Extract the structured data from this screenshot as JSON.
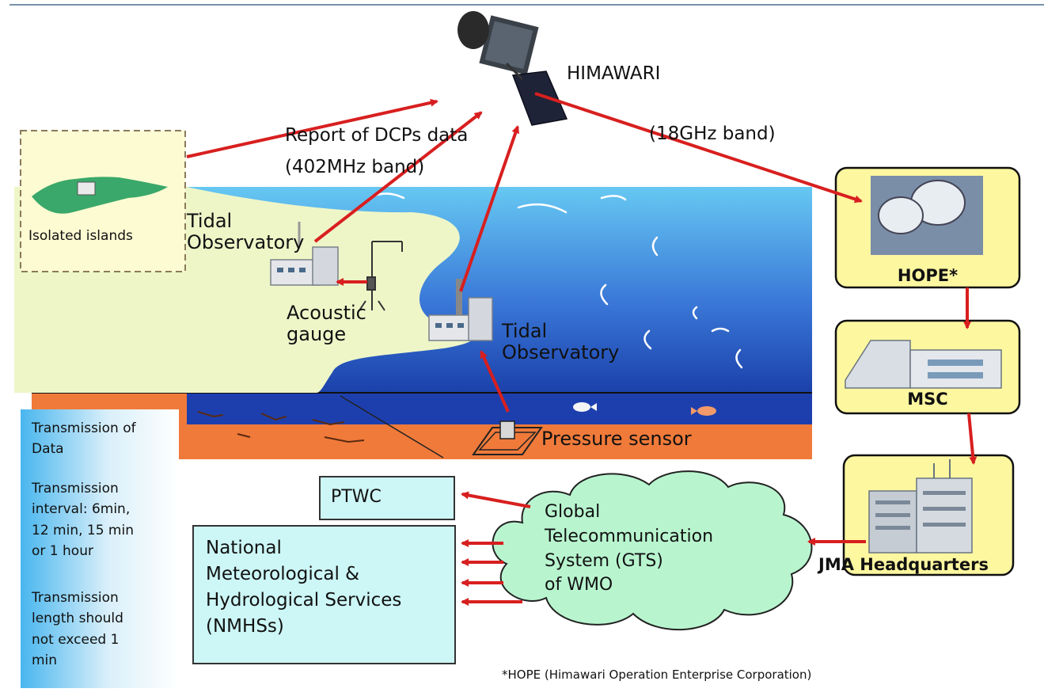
{
  "satellite": {
    "name": "HIMAWARI"
  },
  "uplink": {
    "line1": "Report of DCPs data",
    "line2": "(402MHz band)"
  },
  "downlink": {
    "label": "(18GHz band)"
  },
  "islands": {
    "label": "Isolated islands"
  },
  "tidal_observatory_1": {
    "label": "Tidal\nObservatory"
  },
  "tidal_observatory_2": {
    "label": "Tidal\nObservatory"
  },
  "acoustic_gauge": {
    "label": "Acoustic\ngauge"
  },
  "pressure_sensor": {
    "label": "Pressure sensor"
  },
  "ground_chain": [
    {
      "label": "HOPE*"
    },
    {
      "label": "MSC"
    },
    {
      "label": "JMA Headquarters"
    }
  ],
  "gts": {
    "label": "Global\nTelecommunication\nSystem (GTS)\nof WMO"
  },
  "ptwc": {
    "label": "PTWC"
  },
  "nmhs": {
    "label": "National\nMeteorological &\nHydrological Services\n(NMHSs)"
  },
  "transmission_info": {
    "title": "Transmission of\nData",
    "interval": "Transmission\ninterval: 6min,\n12 min, 15 min\nor 1 hour",
    "length": "Transmission\nlength should\nnot exceed     1\nmin"
  },
  "footnote": "*HOPE (Himawari Operation Enterprise Corporation)",
  "colors": {
    "arrow": "#d81f1f",
    "sea_top": "#66c8f2",
    "sea_bottom": "#1a3fa8",
    "land": "#eef6c8",
    "seabed": "#f07a3a",
    "station_box": "#fdf7a0",
    "cloud": "#b8f5cf",
    "service_box": "#cdf6f6"
  }
}
